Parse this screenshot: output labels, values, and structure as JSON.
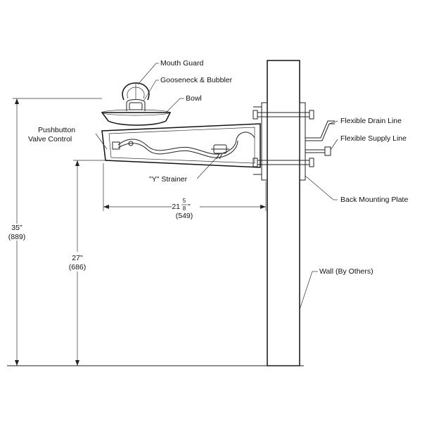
{
  "labels": {
    "mouth_guard": "Mouth Guard",
    "gooseneck": "Gooseneck & Bubbler",
    "bowl": "Bowl",
    "pushbutton_1": "Pushbutton",
    "pushbutton_2": "Valve Control",
    "drain_line": "Flexible Drain Line",
    "supply_line": "Flexible Supply Line",
    "y_strainer": "\"Y\" Strainer",
    "back_plate": "Back Mounting Plate",
    "wall": "Wall (By Others)"
  },
  "dimensions": {
    "depth_whole": "21",
    "depth_num": "5",
    "depth_den": "8",
    "depth_inch_mark": "\"",
    "depth_mm": "(549)",
    "total_height_in": "35\"",
    "total_height_mm": "(889)",
    "rim_height_in": "27\"",
    "rim_height_mm": "(686)"
  }
}
